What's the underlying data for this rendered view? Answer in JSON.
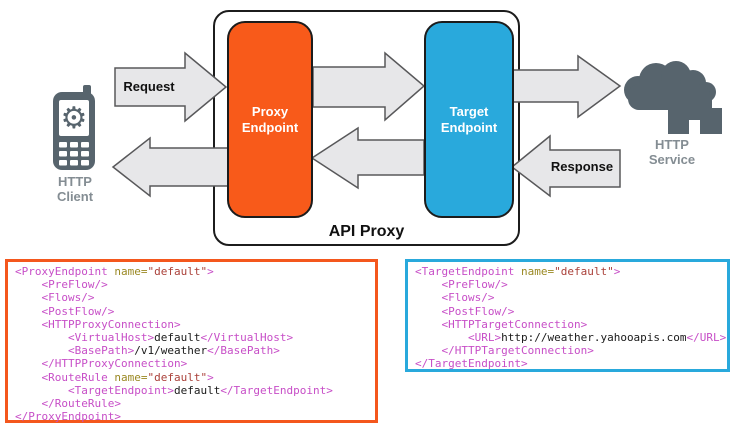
{
  "diagram": {
    "client": {
      "label_line1": "HTTP",
      "label_line2": "Client"
    },
    "service": {
      "label_line1": "HTTP",
      "label_line2": "Service"
    },
    "request_label": "Request",
    "response_label": "Response",
    "api_proxy_label": "API Proxy",
    "proxy_endpoint": {
      "label_line1": "Proxy",
      "label_line2": "Endpoint",
      "color": "#F85A1A"
    },
    "target_endpoint": {
      "label_line1": "Target",
      "label_line2": "Endpoint",
      "color": "#29A9DC"
    }
  },
  "colors": {
    "arrow_fill": "#E7E7E9",
    "arrow_stroke": "#58585A",
    "icon": "#57646D",
    "icon_label": "#848D93",
    "proxy_code_border": "#F4571D",
    "target_code_border": "#29A9DC"
  },
  "code_boxes": [
    {
      "name": "proxy-endpoint-xml",
      "lines": [
        {
          "indent": 0,
          "tokens": [
            [
              "tag",
              "<ProxyEndpoint"
            ],
            [
              "attr",
              " name="
            ],
            [
              "val",
              "\"default\""
            ],
            [
              "tag",
              ">"
            ]
          ]
        },
        {
          "indent": 1,
          "tokens": [
            [
              "tag",
              "<PreFlow/>"
            ]
          ]
        },
        {
          "indent": 1,
          "tokens": [
            [
              "tag",
              "<Flows/>"
            ]
          ]
        },
        {
          "indent": 1,
          "tokens": [
            [
              "tag",
              "<PostFlow/>"
            ]
          ]
        },
        {
          "indent": 1,
          "tokens": [
            [
              "tag",
              "<HTTPProxyConnection>"
            ]
          ]
        },
        {
          "indent": 2,
          "tokens": [
            [
              "tag",
              "<VirtualHost>"
            ],
            [
              "txt",
              "default"
            ],
            [
              "tag",
              "</VirtualHost>"
            ]
          ]
        },
        {
          "indent": 2,
          "tokens": [
            [
              "tag",
              "<BasePath>"
            ],
            [
              "txt",
              "/v1/weather"
            ],
            [
              "tag",
              "</BasePath>"
            ]
          ]
        },
        {
          "indent": 1,
          "tokens": [
            [
              "tag",
              "</HTTPProxyConnection>"
            ]
          ]
        },
        {
          "indent": 1,
          "tokens": [
            [
              "tag",
              "<RouteRule"
            ],
            [
              "attr",
              " name="
            ],
            [
              "val",
              "\"default\""
            ],
            [
              "tag",
              ">"
            ]
          ]
        },
        {
          "indent": 2,
          "tokens": [
            [
              "tag",
              "<TargetEndpoint>"
            ],
            [
              "txt",
              "default"
            ],
            [
              "tag",
              "</TargetEndpoint>"
            ]
          ]
        },
        {
          "indent": 1,
          "tokens": [
            [
              "tag",
              "</RouteRule>"
            ]
          ]
        },
        {
          "indent": 0,
          "tokens": [
            [
              "tag",
              "</ProxyEndpoint>"
            ]
          ]
        }
      ]
    },
    {
      "name": "target-endpoint-xml",
      "lines": [
        {
          "indent": 0,
          "tokens": [
            [
              "tag",
              "<TargetEndpoint"
            ],
            [
              "attr",
              " name="
            ],
            [
              "val",
              "\"default\""
            ],
            [
              "tag",
              ">"
            ]
          ]
        },
        {
          "indent": 1,
          "tokens": [
            [
              "tag",
              "<PreFlow/>"
            ]
          ]
        },
        {
          "indent": 1,
          "tokens": [
            [
              "tag",
              "<Flows/>"
            ]
          ]
        },
        {
          "indent": 1,
          "tokens": [
            [
              "tag",
              "<PostFlow/>"
            ]
          ]
        },
        {
          "indent": 1,
          "tokens": [
            [
              "tag",
              "<HTTPTargetConnection>"
            ]
          ]
        },
        {
          "indent": 2,
          "tokens": [
            [
              "tag",
              "<URL>"
            ],
            [
              "txt",
              "http://weather.yahooapis.com"
            ],
            [
              "tag",
              "</URL>"
            ]
          ]
        },
        {
          "indent": 1,
          "tokens": [
            [
              "tag",
              "</HTTPTargetConnection>"
            ]
          ]
        },
        {
          "indent": 0,
          "tokens": [
            [
              "tag",
              "</TargetEndpoint>"
            ]
          ]
        }
      ]
    }
  ]
}
